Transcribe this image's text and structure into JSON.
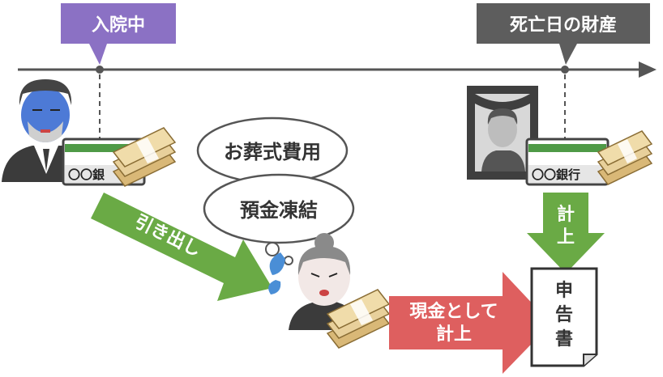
{
  "labels": {
    "hospitalized": "入院中",
    "assets_at_death": "死亡日の財産",
    "withdrawal": "引き出し",
    "funeral_costs": "お葬式費用",
    "account_freeze": "預金凍結",
    "record_as_cash_line1": "現金として",
    "record_as_cash_line2": "計上",
    "record_vertical_1": "計",
    "record_vertical_2": "上",
    "bank_left": "〇〇銀",
    "bank_right": "〇〇銀行",
    "tax_return_1": "申",
    "tax_return_2": "告",
    "tax_return_3": "書"
  },
  "colors": {
    "purple_label": "#8b71c4",
    "gray_label": "#5d5d5d",
    "green_arrow": "#6aaa45",
    "red_arrow": "#de5f5f",
    "bankbook_green": "#4f9a47",
    "money_tan": "#e2c78f",
    "timeline": "#555555"
  }
}
